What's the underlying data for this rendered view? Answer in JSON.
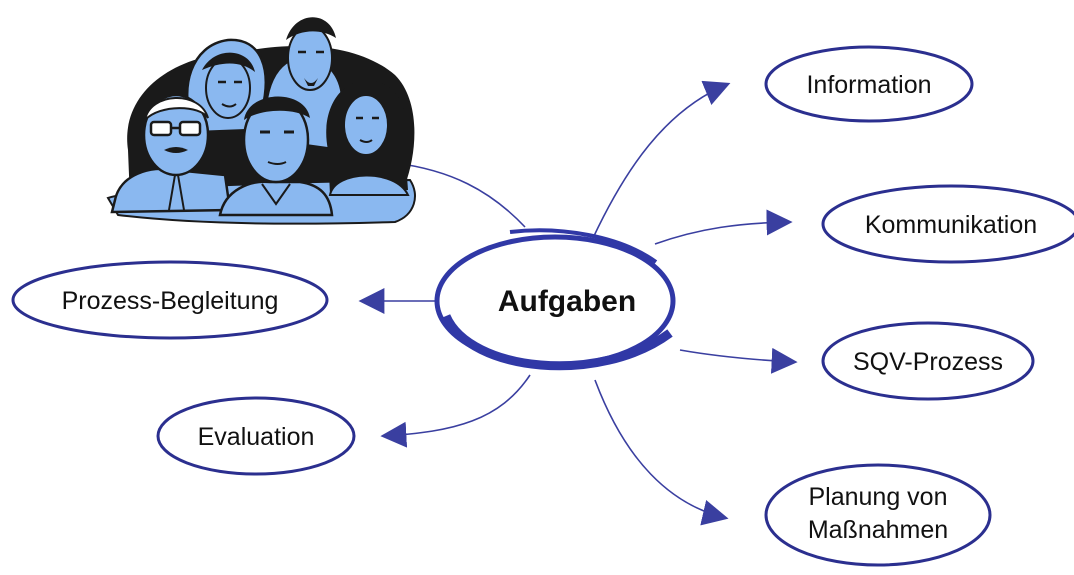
{
  "center": {
    "label": "Aufgaben"
  },
  "nodes": {
    "information": "Information",
    "kommunikation": "Kommunikation",
    "sqv_prozess": "SQV-Prozess",
    "planung_line1": "Planung von",
    "planung_line2": "Maßnahmen",
    "prozess_begleitung": "Prozess-Begleitung",
    "evaluation": "Evaluation"
  },
  "colors": {
    "node_outline": "#2b2f8f",
    "arrow": "#3a3fa0",
    "center_outline": "#3038a6",
    "people_fill": "#8ab8f0",
    "people_dark": "#1a1a1a"
  },
  "icons": {
    "illustration": "people-group-icon"
  }
}
